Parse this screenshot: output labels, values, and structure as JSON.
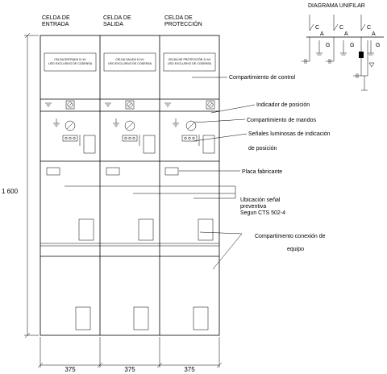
{
  "cells": [
    {
      "title_line1": "CELDA DE",
      "title_line2": "ENTRADA",
      "plate_line1": "CELDA ENTRADA 11 kV",
      "plate_line2": "USO EXCLUSIVO DE CODENSA",
      "width_dim": "375"
    },
    {
      "title_line1": "CELDA DE",
      "title_line2": "SALIDA",
      "plate_line1": "CELDA SALIDA 11 kV",
      "plate_line2": "USO EXCLUSIVO DE CODENSA",
      "width_dim": "375"
    },
    {
      "title_line1": "CELDA DE",
      "title_line2": "PROTECCIÓN",
      "plate_line1": "CELDA DE PROTECCIÓN 11 kV",
      "plate_line2": "USO EXCLUSIVO DE CODENSA",
      "width_dim": "375"
    }
  ],
  "height_dim": "1 600",
  "unifilar": {
    "title": "DIAGRAMA UNIFILAR",
    "c_label": "C",
    "a_label": "A",
    "g_label": "G"
  },
  "callouts": {
    "control": "Compartimiento de control",
    "position_indicator": "Indicador de posición",
    "controls": "Compartimiento de mandos",
    "lights_1": "Señales luminosas de indicación",
    "lights_2": "de posición",
    "plate": "Placa fabricante",
    "signal_1": "Ubicación señal",
    "signal_2": "preventiva",
    "signal_3": "Segun CTS 502-4",
    "connection_1": "Compartimento conexión de",
    "connection_2": "equipo"
  }
}
